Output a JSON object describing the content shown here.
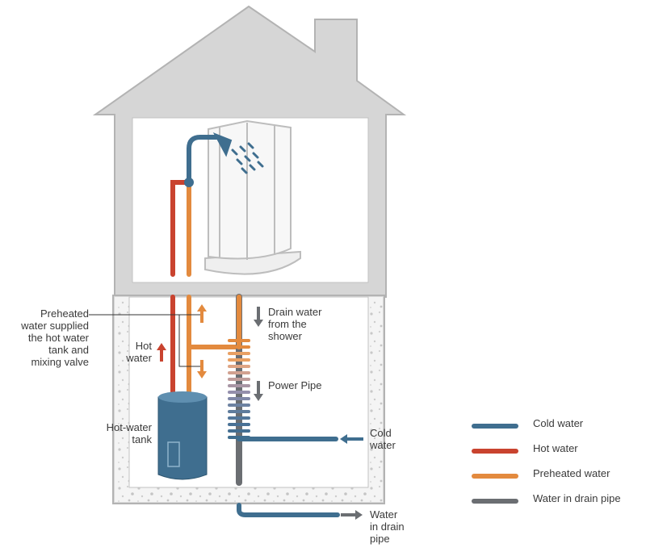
{
  "labels": {
    "preheated_note": "Preheated\nwater supplied\nthe hot water\ntank and\nmixing valve",
    "hot_water": "Hot\nwater",
    "hot_water_tank": "Hot-water\ntank",
    "drain_water": "Drain water\nfrom the\nshower",
    "power_pipe": "Power Pipe",
    "cold_water": "Cold\nwater",
    "water_in_drain_pipe": "Water\nin drain\npipe"
  },
  "legend": [
    {
      "label": "Cold water",
      "color": "#3f6e8f"
    },
    {
      "label": "Hot water",
      "color": "#c9432f"
    },
    {
      "label": "Preheated water",
      "color": "#e38a3e"
    },
    {
      "label": "Water in drain pipe",
      "color": "#6b6e72"
    }
  ],
  "colors": {
    "cold": "#3f6e8f",
    "hot": "#c9432f",
    "preheated": "#e38a3e",
    "drain": "#6b6e72",
    "house": "#d3d3d3",
    "house_outline": "#b8b8b8",
    "arrow_gray": "#6b6e72"
  }
}
